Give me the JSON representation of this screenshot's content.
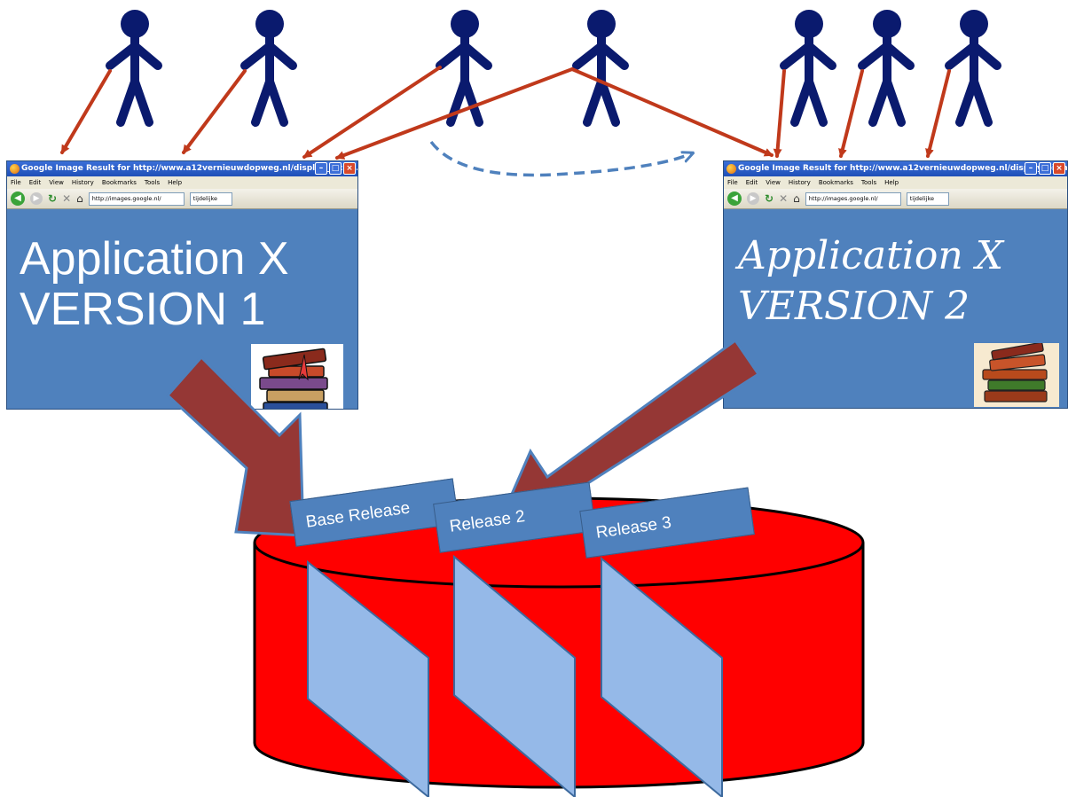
{
  "browser": {
    "window_title": "Google Image Result for http://www.a12vernieuwdopweg.nl/display_pic.as...",
    "menu": [
      "File",
      "Edit",
      "View",
      "History",
      "Bookmarks",
      "Tools",
      "Help"
    ],
    "url": "http://images.google.nl/",
    "search_value": "tijdelijke"
  },
  "app_v1": {
    "line1": "Application X",
    "line2": "VERSION 1"
  },
  "app_v2": {
    "line1": "Application X",
    "line2": "VERSION 2"
  },
  "releases": [
    "Base Release",
    "Release 2",
    "Release 3"
  ],
  "colors": {
    "person": "#0a1a6e",
    "user_arrow": "#c0391b",
    "migration_arrow": "#4f81bd",
    "big_arrow": "#953735",
    "database": "#ff0000",
    "release_box": "#4f81bd",
    "document": "#95b9e8"
  }
}
